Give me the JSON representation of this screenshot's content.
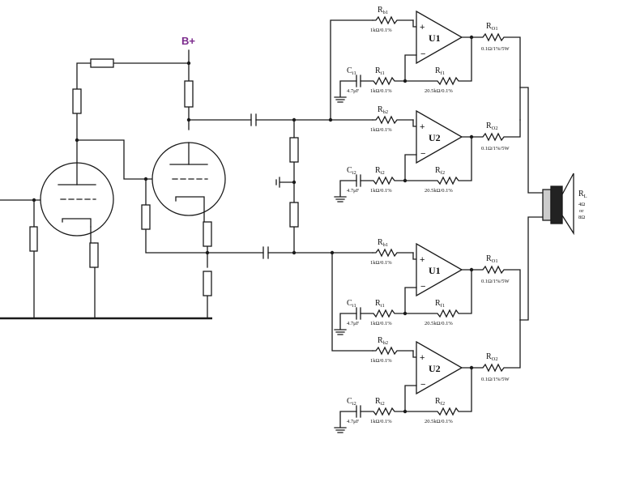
{
  "supply_label": "B+",
  "accent_color": "#7b2a8c",
  "opamp_blocks": [
    {
      "rb_main": "R",
      "rb_sub": "b1",
      "rb_value": "1kΩ/0.1%",
      "opamp": "U1",
      "ro_main": "R",
      "ro_sub": "O1",
      "ro_value": "0.1Ω/1%/5W",
      "c_main": "C",
      "c_sub": "i1",
      "c_value": "4.7μF",
      "ri_main": "R",
      "ri_sub": "i1",
      "ri_value": "1kΩ/0.1%",
      "rf_main": "R",
      "rf_sub": "f1",
      "rf_value": "20.5kΩ/0.1%"
    },
    {
      "rb_main": "R",
      "rb_sub": "b2",
      "rb_value": "1kΩ/0.1%",
      "opamp": "U2",
      "ro_main": "R",
      "ro_sub": "O2",
      "ro_value": "0.1Ω/1%/5W",
      "c_main": "C",
      "c_sub": "i2",
      "c_value": "4.7μF",
      "ri_main": "R",
      "ri_sub": "i2",
      "ri_value": "1kΩ/0.1%",
      "rf_main": "R",
      "rf_sub": "f2",
      "rf_value": "20.5kΩ/0.1%"
    },
    {
      "rb_main": "R",
      "rb_sub": "b1",
      "rb_value": "1kΩ/0.1%",
      "opamp": "U1",
      "ro_main": "R",
      "ro_sub": "O1",
      "ro_value": "0.1Ω/1%/5W",
      "c_main": "C",
      "c_sub": "i1",
      "c_value": "4.7μF",
      "ri_main": "R",
      "ri_sub": "i1",
      "ri_value": "1kΩ/0.1%",
      "rf_main": "R",
      "rf_sub": "f1",
      "rf_value": "20.5kΩ/0.1%"
    },
    {
      "rb_main": "R",
      "rb_sub": "b2",
      "rb_value": "1kΩ/0.1%",
      "opamp": "U2",
      "ro_main": "R",
      "ro_sub": "O2",
      "ro_value": "0.1Ω/1%/5W",
      "c_main": "C",
      "c_sub": "i2",
      "c_value": "4.7μF",
      "ri_main": "R",
      "ri_sub": "i2",
      "ri_value": "1kΩ/0.1%",
      "rf_main": "R",
      "rf_sub": "f2",
      "rf_value": "20.5kΩ/0.1%"
    }
  ],
  "load": {
    "main": "R",
    "sub": "L",
    "line1": "4Ω",
    "line2": "or",
    "line3": "8Ω"
  }
}
